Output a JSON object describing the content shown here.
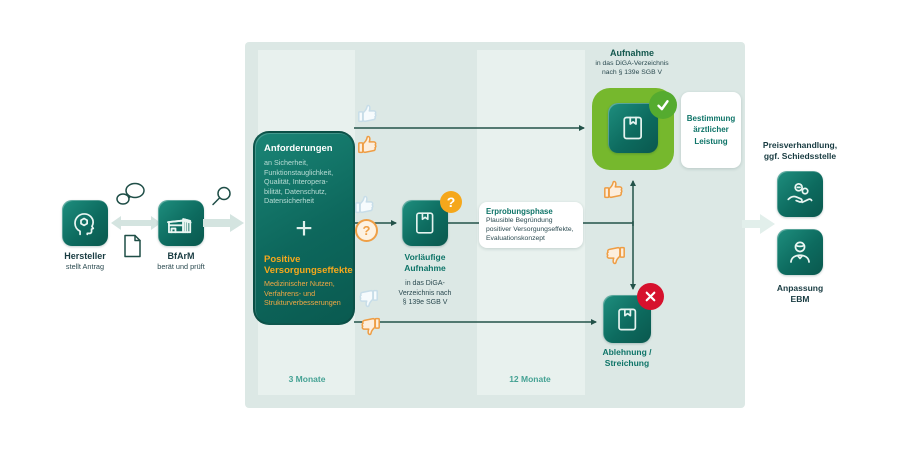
{
  "colors": {
    "container_bg": "#dce8e5",
    "band_bg": "#e8f1ee",
    "teal_box": "#0d6b5f",
    "lime_green": "#76b82d",
    "check_green": "#55ab2f",
    "reject_red": "#d6112d",
    "accent_orange": "#f5a71b",
    "line_dark": "#235249"
  },
  "icons": {
    "hersteller": "head-gear-icon",
    "bfarm": "building-icon",
    "dialog": "speech-bubbles-icon",
    "antrag": "document-icon",
    "pruefung": "magnifier-icon",
    "diga_verzeichnis": "book-icon",
    "positive": "thumb-up-icon",
    "negative": "thumb-down-icon",
    "open_question": "question-icon",
    "aufnahme": "check-icon",
    "ablehnung": "x-icon",
    "preis": "hand-coins-icon",
    "ebm": "doctor-icon"
  },
  "left_flow": {
    "hersteller": {
      "title": "Hersteller",
      "subtitle": "stellt Antrag"
    },
    "bfarm": {
      "title": "BfArM",
      "subtitle": "berät und prüft"
    }
  },
  "requirements_box": {
    "title": "Anforderungen",
    "subtitle": "an Sicherheit,\nFunktionstauglichkeit,\nQualität, Interopera-\nbilität, Datenschutz,\nDatensicherheit",
    "plus": "+",
    "positive_title": "Positive\nVersorgungseffekte",
    "positive_subtitle": "Medizinischer Nutzen,\nVerfahrens- und\nStrukturverbesserungen"
  },
  "provisional": {
    "title": "Vorläufige\nAufnahme",
    "subtitle": "in das DiGA-\nVerzeichnis nach\n§ 139e SGB V",
    "badge": "?"
  },
  "question_badge": "?",
  "trial_phase": {
    "title": "Erprobungsphase",
    "subtitle": "Plausible Begründung\npositiver Versorgungseffekte,\nEvaluationskonzept"
  },
  "admission": {
    "title": "Aufnahme",
    "subtitle": "in das DiGA-Verzeichnis\nnach § 139e SGB V"
  },
  "determination": {
    "label": "Bestimmung\närztlicher\nLeistung"
  },
  "rejection": {
    "label": "Ablehnung /\nStreichung"
  },
  "durations": {
    "phase1": "3 Monate",
    "phase2": "12 Monate"
  },
  "right_flow": {
    "pricing": "Preisverhandlung,\nggf. Schiedsstelle",
    "ebm": "Anpassung\nEBM"
  }
}
